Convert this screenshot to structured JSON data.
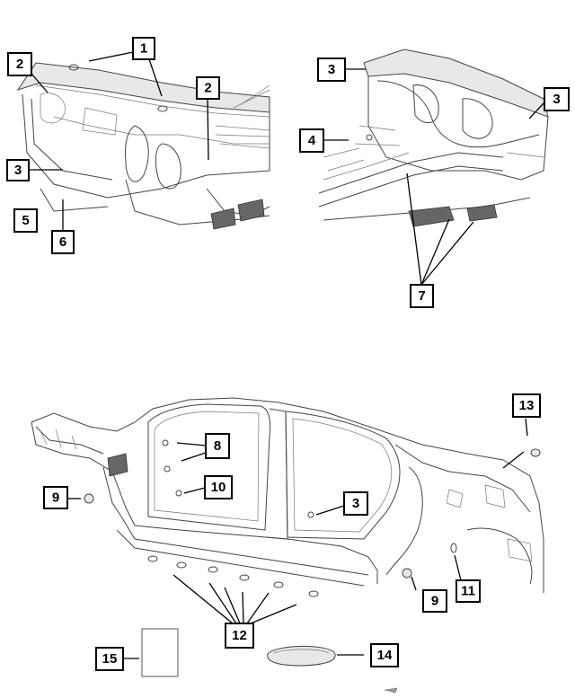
{
  "callouts": {
    "c1": "1",
    "c2a": "2",
    "c2b": "2",
    "c3a": "3",
    "c3b": "3",
    "c3c": "3",
    "c3d": "3",
    "c4": "4",
    "c5": "5",
    "c6": "6",
    "c7": "7",
    "c8": "8",
    "c9a": "9",
    "c9b": "9",
    "c10": "10",
    "c11": "11",
    "c12": "12",
    "c13": "13",
    "c14": "14",
    "c15": "15"
  }
}
